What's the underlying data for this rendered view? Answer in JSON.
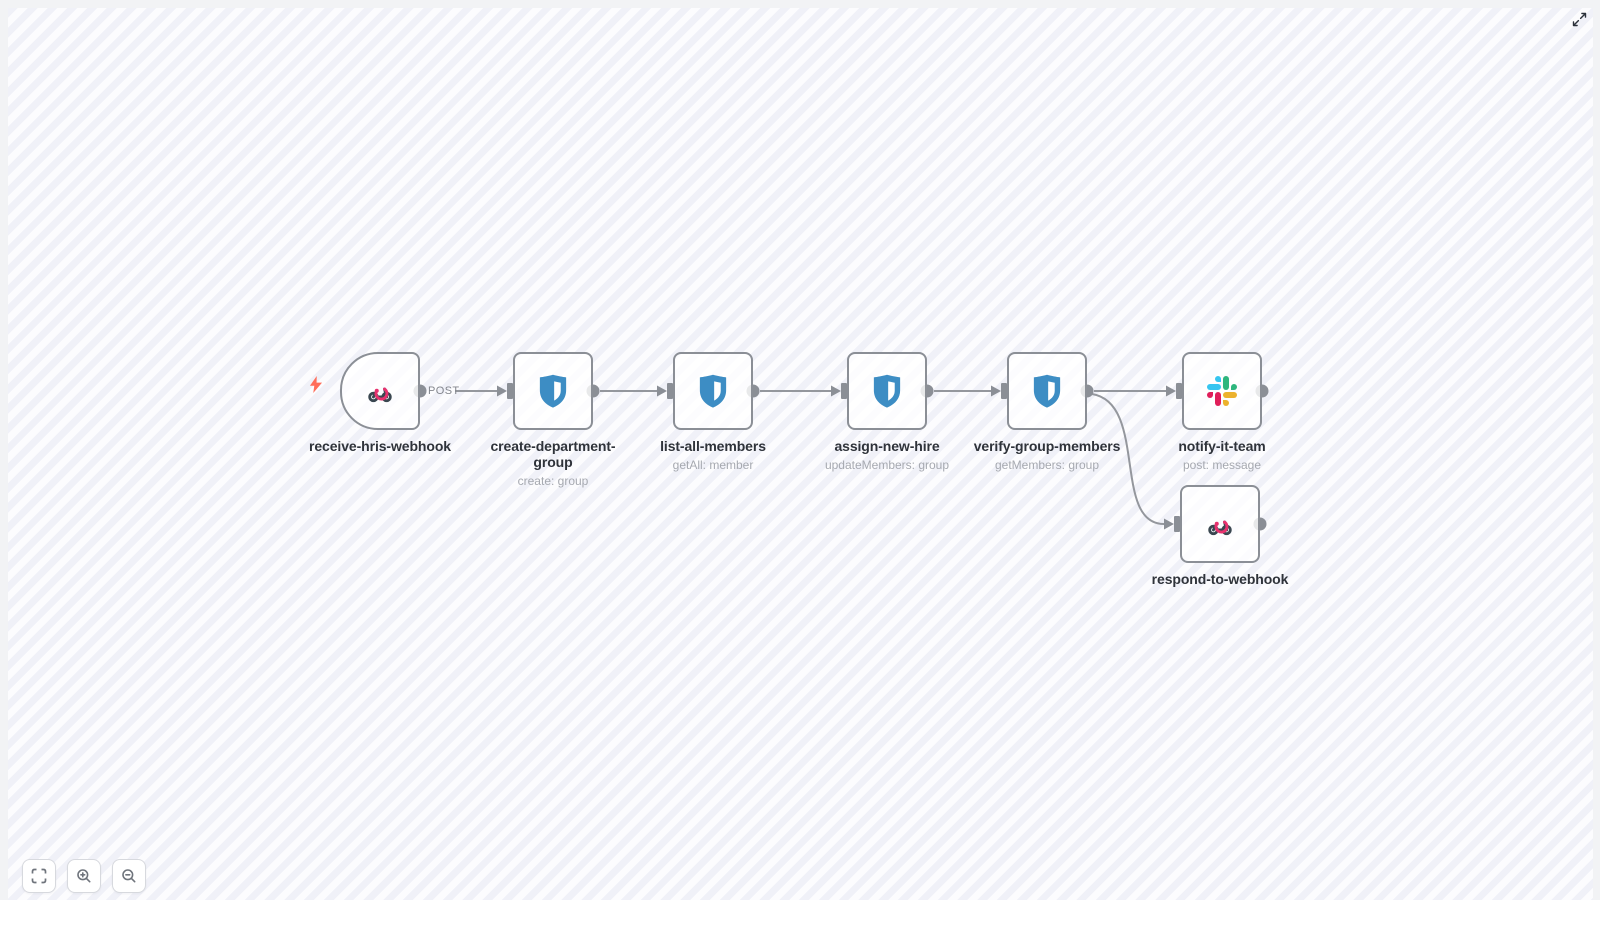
{
  "app": {
    "title": "workflow-canvas-preview"
  },
  "canvas": {
    "expand_icon": "expand-icon",
    "controls": [
      {
        "name": "fit-view",
        "icon": "fit-view-icon"
      },
      {
        "name": "zoom-in",
        "icon": "zoom-in-icon"
      },
      {
        "name": "zoom-out",
        "icon": "zoom-out-icon"
      }
    ]
  },
  "workflow": {
    "trigger_indicator_icon": "lightning-bolt-icon",
    "connection_labels": {
      "trigger_method": "POST"
    },
    "nodes": [
      {
        "label": "receive-hris-webhook",
        "subtitle": "",
        "icon": "webhook-icon",
        "kind": "trigger"
      },
      {
        "label": "create-department-group",
        "subtitle": "create: group",
        "icon": "bitwarden-shield-icon",
        "kind": "action"
      },
      {
        "label": "list-all-members",
        "subtitle": "getAll: member",
        "icon": "bitwarden-shield-icon",
        "kind": "action"
      },
      {
        "label": "assign-new-hire",
        "subtitle": "updateMembers: group",
        "icon": "bitwarden-shield-icon",
        "kind": "action"
      },
      {
        "label": "verify-group-members",
        "subtitle": "getMembers: group",
        "icon": "bitwarden-shield-icon",
        "kind": "action"
      },
      {
        "label": "notify-it-team",
        "subtitle": "post: message",
        "icon": "slack-icon",
        "kind": "action"
      },
      {
        "label": "respond-to-webhook",
        "subtitle": "",
        "icon": "webhook-icon",
        "kind": "action"
      }
    ]
  },
  "colors": {
    "bitwarden_blue": "#3d8dc4",
    "slack_blue": "#36C5F0",
    "slack_green": "#2EB67D",
    "slack_red": "#E01E5A",
    "slack_yellow": "#ECB22E",
    "webhook_pink": "#e7316e",
    "webhook_dark": "#3a4750",
    "trigger_bolt": "#ff6d5a",
    "wire_gray": "#8f939a",
    "node_border": "#8b8f96",
    "canvas_stripe": "#f0f1f8"
  }
}
